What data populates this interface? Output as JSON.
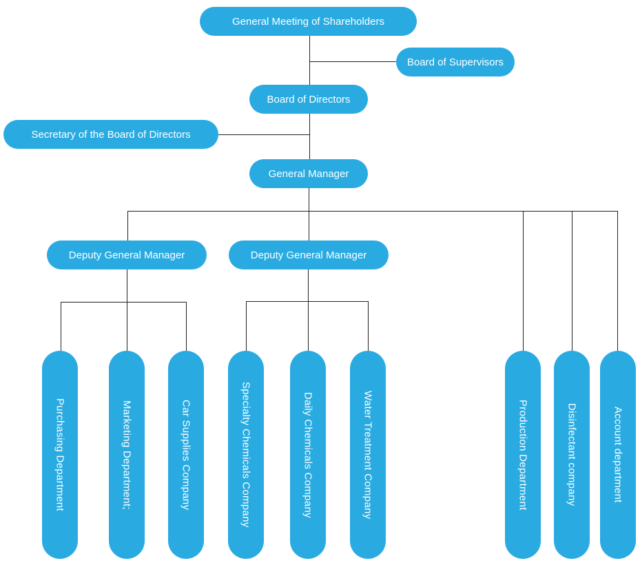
{
  "chart": {
    "type": "org-chart",
    "accent_color": "#29ABE2",
    "line_color": "#231F20",
    "text_color": "#FFFFFF",
    "nodes": {
      "meeting": {
        "label": "General Meeting of Shareholders"
      },
      "supervisors": {
        "label": "Board of Supervisors"
      },
      "directors": {
        "label": "Board of Directors"
      },
      "secretary": {
        "label": "Secretary of the Board of Directors"
      },
      "general_manager": {
        "label": "General Manager"
      },
      "deputy_left": {
        "label": "Deputy General Manager"
      },
      "deputy_mid": {
        "label": "Deputy General Manager"
      },
      "purchasing": {
        "label": "Purchasing Department"
      },
      "marketing": {
        "label": "Marketing Department;"
      },
      "car_supplies": {
        "label": "Car Supplies Company"
      },
      "specialty": {
        "label": "Specialty Chemicals Company"
      },
      "daily": {
        "label": "Daily Chemicals Company"
      },
      "water": {
        "label": "Water Treatment Company"
      },
      "production": {
        "label": "Production Department"
      },
      "disinfectant": {
        "label": "Disinfectant company"
      },
      "account": {
        "label": "Account department"
      }
    },
    "hierarchy": [
      {
        "parent": "General Meeting of Shareholders",
        "children": [
          "Board of Supervisors",
          "Board of Directors"
        ]
      },
      {
        "parent": "Board of Directors",
        "children": [
          "Secretary of the Board of Directors",
          "General Manager"
        ]
      },
      {
        "parent": "General Manager",
        "children": [
          "Deputy General Manager",
          "Deputy General Manager",
          "Production Department",
          "Disinfectant company",
          "Account department"
        ]
      },
      {
        "parent": "Deputy General Manager (left)",
        "children": [
          "Purchasing Department",
          "Marketing Department;",
          "Car Supplies Company"
        ]
      },
      {
        "parent": "Deputy General Manager (middle)",
        "children": [
          "Specialty Chemicals Company",
          "Daily Chemicals Company",
          "Water Treatment Company"
        ]
      }
    ]
  }
}
